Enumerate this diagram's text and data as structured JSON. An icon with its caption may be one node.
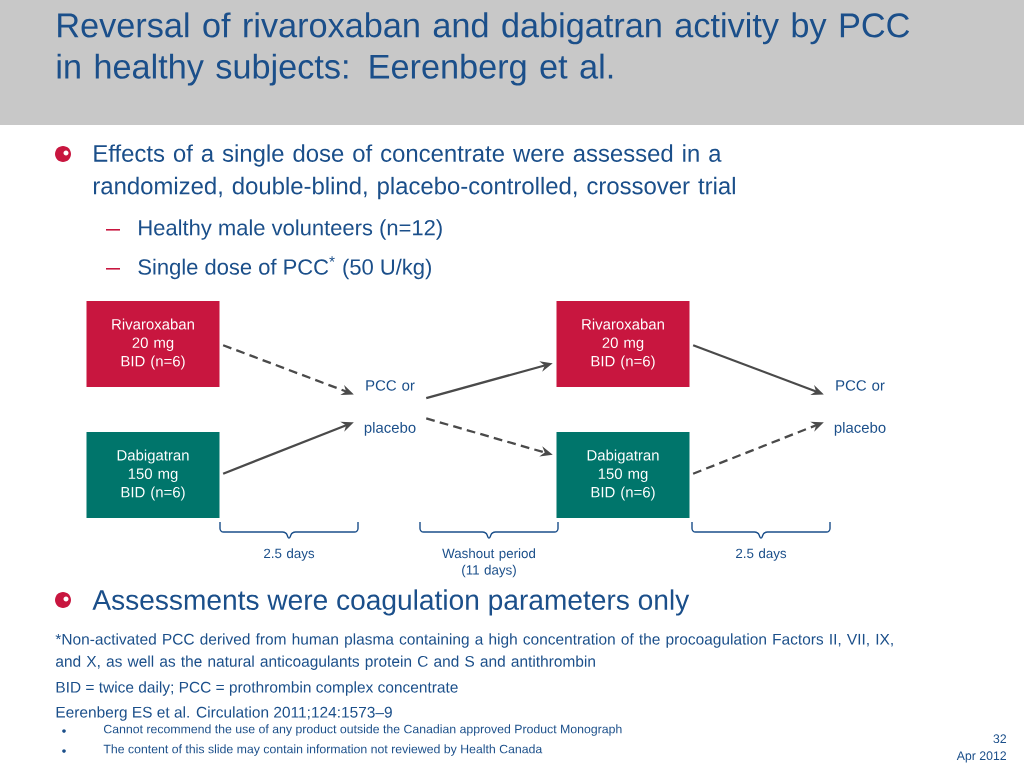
{
  "diagram": {
    "title": "Reversal of rivaroxaban and dabigatran activity by PCC in healthy subjects: Eerenberg et al.",
    "nodes": [
      {
        "text": [
          "Rivaroxaban 20 mg BID (n=6)"
        ]
      },
      {
        "text": [
          "Dabigatran 150 mg BID (n=6)"
        ]
      },
      {
        "text": [
          "PCC or placebo"
        ]
      },
      {
        "text": [
          "Rivaroxaban 20 mg BID (n=6)"
        ]
      },
      {
        "text": [
          "Dabigatran 150 mg BID (n=6)"
        ]
      },
      {
        "text": [
          "PCC or placebo"
        ]
      }
    ],
    "edges": [
      {
        "from": 0,
        "to": 2,
        "arrow": "to",
        "style": "dashed"
      },
      {
        "from": 1,
        "to": 2,
        "arrow": "to"
      },
      {
        "from": 2,
        "to": 3,
        "arrow": "to"
      },
      {
        "from": 2,
        "to": 4,
        "arrow": "to",
        "style": "dashed"
      },
      {
        "from": 3,
        "to": 5,
        "arrow": "to"
      },
      {
        "from": 4,
        "to": 5,
        "arrow": "to",
        "style": "dashed"
      }
    ],
    "labels": [
      "Effects of a single dose of concentrate were assessed in a randomized, double-blind, placebo-controlled, crossover trial",
      "Healthy male volunteers (n=12)",
      "Single dose of PCC$^{*}$ (50 U/kg)",
      "2.5 days",
      "Washout period (11 days)",
      "2.5 days",
      "Assessments were coagulation parameters only",
      "*Non-activated PCC derived from human plasma containing a high concentration of the procoagulation Factors II, VII, IX, and X, as well as the natural anticoagulants protein C and S and antithrombin",
      "BID = twice daily; PCC = prothrombin complex concentrate",
      "Eerenberg ES et al. Circulation 2011;124:1573–9",
      "Cannot recommend the use of any product outside the Canadian approved Product Monograph",
      "The content of this slide may contain information not reviewed by Health Canada",
      "32",
      "Apr 2012"
    ]
  }
}
